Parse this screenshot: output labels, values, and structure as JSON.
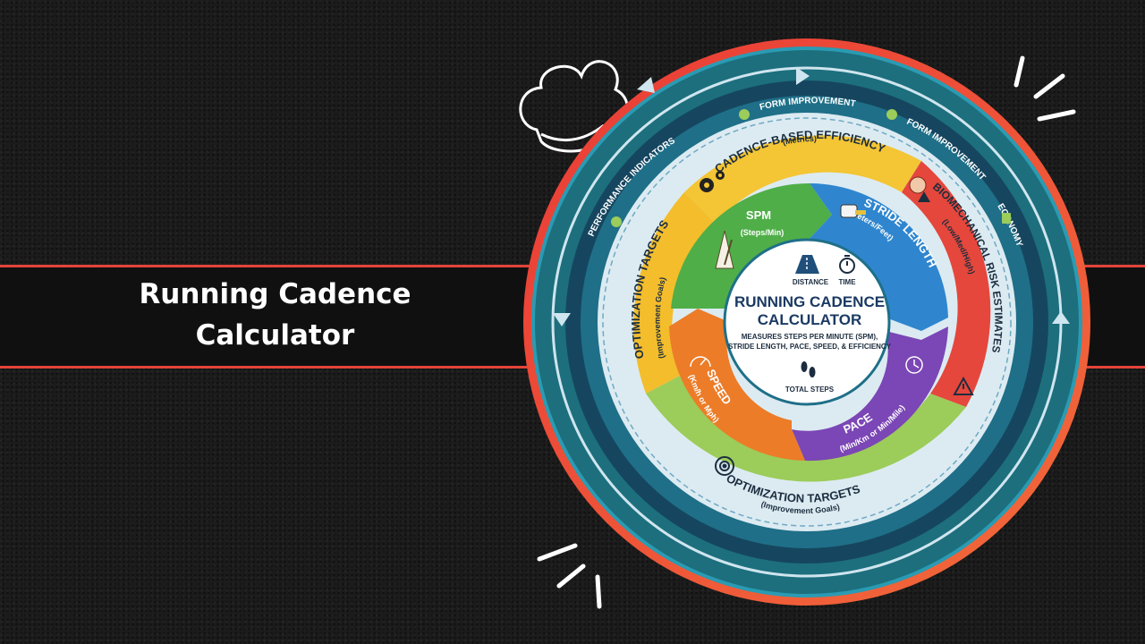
{
  "title": {
    "line1": "Running Cadence",
    "line2": "Calculator"
  },
  "diagram": {
    "center": {
      "title_line1": "RUNNING CADENCE",
      "title_line2": "CALCULATOR",
      "desc_line1": "MEASURES STEPS PER MINUTE (SPM),",
      "desc_line2": "STRIDE LENGTH, PACE, SPEED, & EFFICIENCY",
      "distance_label": "DISTANCE",
      "time_label": "TIME",
      "total_steps_label": "TOTAL STEPS"
    },
    "inner_segments": [
      {
        "id": "spm",
        "label": "SPM",
        "sub": "(Steps/Min)",
        "color": "#4fae48"
      },
      {
        "id": "stride",
        "label": "STRIDE LENGTH",
        "sub": "(Meters/Feet)",
        "color": "#2f86cf"
      },
      {
        "id": "pace",
        "label": "PACE",
        "sub": "(Min/Km or Min/Mile)",
        "color": "#7b46b5"
      },
      {
        "id": "speed",
        "label": "SPEED",
        "sub": "(Km/h or Mph)",
        "color": "#ec7c27"
      }
    ],
    "outer_segments": [
      {
        "id": "cadence",
        "label": "CADENCE-BASED EFFICIENCY",
        "sub": "(Metrics)",
        "color": "#f4c534"
      },
      {
        "id": "bio",
        "label": "BIOMECHANICAL RISK ESTIMATES",
        "sub": "(Low/Med/High)",
        "color": "#e5473c"
      },
      {
        "id": "opt_bottom",
        "label": "OPTIMIZATION TARGETS",
        "sub": "(Improvement Goals)",
        "color": "#9ccc5a"
      },
      {
        "id": "opt_left",
        "label": "OPTIMIZATION TARGETS",
        "sub": "(Improvement Goals)",
        "color": "#f3bd2c"
      }
    ],
    "ring_labels": {
      "performance": "PERFORMANCE INDICATORS",
      "form1": "FORM IMPROVEMENT",
      "form2": "FORM IMPROVEMENT",
      "economy": "ECONOMY"
    },
    "colors": {
      "outer_ring": "#e2443a",
      "teal": "#1d6f7d",
      "navy": "#16465f",
      "light_ring": "#cfe5ef"
    }
  }
}
